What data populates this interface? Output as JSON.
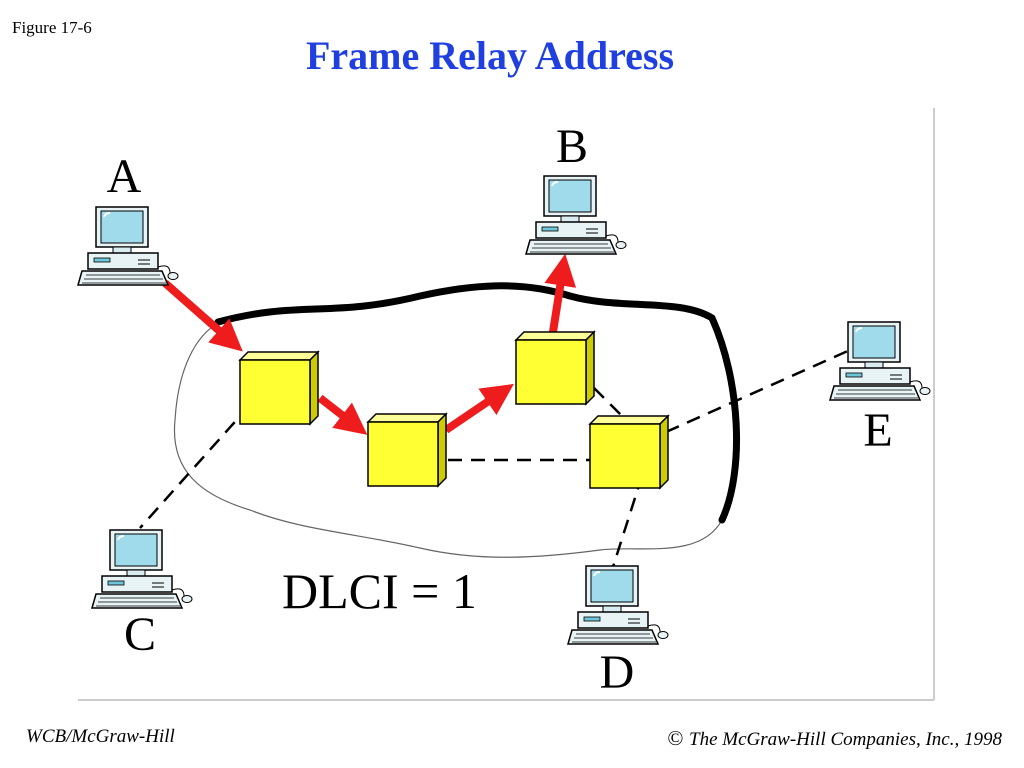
{
  "figure_label": "Figure 17-6",
  "title": "Frame Relay Address",
  "dlci_label": "DLCI = 1",
  "nodes": {
    "a": "A",
    "b": "B",
    "c": "C",
    "d": "D",
    "e": "E"
  },
  "footer": {
    "left": "WCB/McGraw-Hill",
    "copyright_symbol": "©",
    "right": "The McGraw-Hill Companies, Inc., 1998"
  },
  "colors": {
    "title": "#1f3fe0",
    "switch_fill": "#ffff33",
    "path_arrow": "#ee1c1c",
    "monitor": "#6ec6d8"
  }
}
